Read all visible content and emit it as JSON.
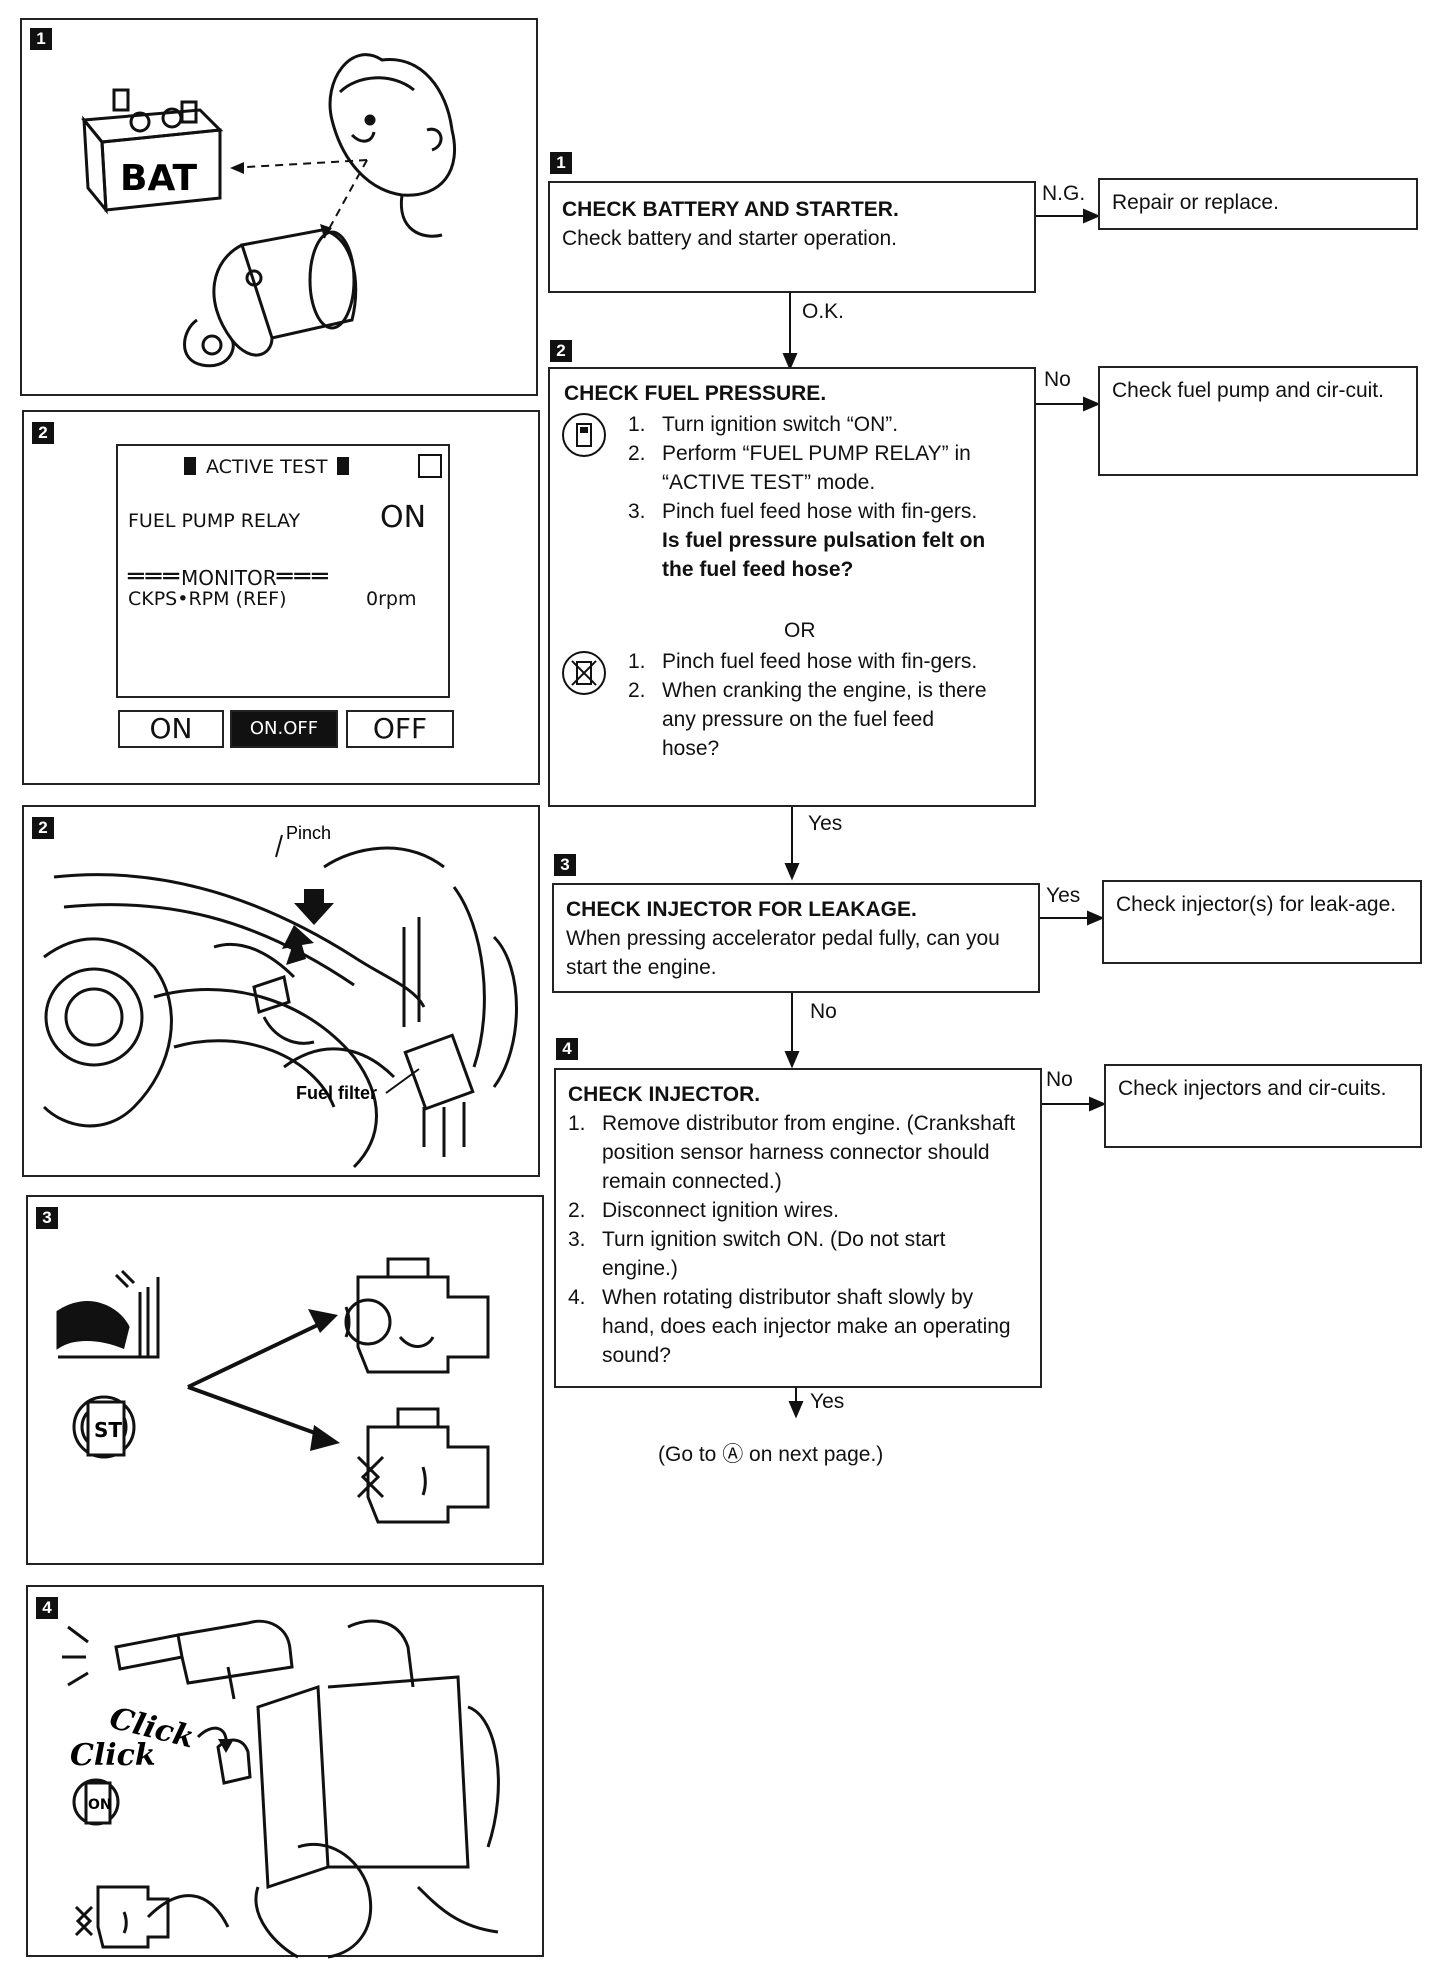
{
  "figures": {
    "fig1": {
      "number": "1",
      "battery_label": "BAT"
    },
    "fig2_screen": {
      "number": "2",
      "title": "ACTIVE TEST",
      "relay_label": "FUEL PUMP RELAY",
      "relay_value": "ON",
      "monitor_label": "MONITOR",
      "ckps_label": "CKPS•RPM (REF)",
      "ckps_value": "0rpm",
      "buttons": [
        "ON",
        "ON.OFF",
        "OFF"
      ]
    },
    "fig2_engine": {
      "number": "2",
      "pinch_label": "Pinch",
      "filter_label": "Fuel filter"
    },
    "fig3": {
      "number": "3",
      "switch_label": "ST"
    },
    "fig4": {
      "number": "4",
      "click_1": "Click",
      "click_2": "Click",
      "switch_label": "ON"
    }
  },
  "flow": {
    "step1": {
      "number": "1",
      "title": "CHECK BATTERY AND STARTER.",
      "body": "Check battery and starter operation.",
      "ng_label": "N.G.",
      "ng_result": "Repair or replace.",
      "ok_label": "O.K."
    },
    "step2": {
      "number": "2",
      "title": "CHECK FUEL PRESSURE.",
      "with_tool_items": [
        {
          "n": "1.",
          "text": "Turn ignition switch “ON”."
        },
        {
          "n": "2.",
          "text": "Perform “FUEL PUMP RELAY” in “ACTIVE TEST” mode."
        },
        {
          "n": "3.",
          "text": "Pinch fuel feed hose with fin-gers."
        }
      ],
      "question": "Is fuel pressure pulsation felt on the fuel feed hose?",
      "or_label": "OR",
      "without_tool_items": [
        {
          "n": "1.",
          "text": "Pinch fuel feed hose with fin-gers."
        },
        {
          "n": "2.",
          "text": "When cranking the engine, is there any pressure on the fuel feed hose?"
        }
      ],
      "no_label": "No",
      "no_result": "Check fuel pump and cir-cuit.",
      "yes_label": "Yes"
    },
    "step3": {
      "number": "3",
      "title": "CHECK INJECTOR FOR LEAKAGE.",
      "body": "When pressing accelerator pedal fully, can you start the engine.",
      "yes_label": "Yes",
      "yes_result": "Check injector(s) for leak-age.",
      "no_label": "No"
    },
    "step4": {
      "number": "4",
      "title": "CHECK INJECTOR.",
      "items": [
        {
          "n": "1.",
          "text": "Remove distributor from engine. (Crankshaft position sensor harness connector should remain connected.)"
        },
        {
          "n": "2.",
          "text": "Disconnect ignition wires."
        },
        {
          "n": "3.",
          "text": "Turn ignition switch ON. (Do not start engine.)"
        },
        {
          "n": "4.",
          "text": "When rotating distributor shaft slowly by hand, does each injector make an operating sound?"
        }
      ],
      "no_label": "No",
      "no_result": "Check injectors and cir-cuits.",
      "yes_label": "Yes"
    },
    "footer": "(Go to Ⓐ on next page.)"
  }
}
